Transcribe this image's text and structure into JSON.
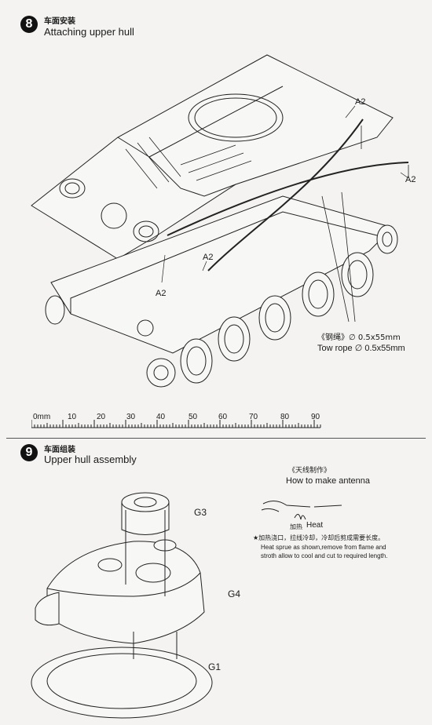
{
  "step8": {
    "number": "8",
    "title_cn": "车面安装",
    "title_en": "Attaching upper hull",
    "part_labels": [
      "A2",
      "A2",
      "A2",
      "A2"
    ],
    "tow_rope_cn": "《钢绳》∅ 0.5x55mm",
    "tow_rope_en": "Tow rope ∅ 0.5x55mm"
  },
  "ruler": {
    "labels": [
      "0mm",
      "10",
      "20",
      "30",
      "40",
      "50",
      "60",
      "70",
      "80",
      "90"
    ]
  },
  "step9": {
    "number": "9",
    "title_cn": "车面组装",
    "title_en": "Upper hull assembly",
    "part_labels": [
      "G3",
      "G4",
      "G1"
    ],
    "antenna_cn": "《天线制作》",
    "antenna_en": "How to make antenna",
    "heat_cn": "加热",
    "heat_en": "Heat",
    "note_cn": "★加热浇口，拉线冷却，冷却后剪成需要长度。",
    "note_en_1": "Heat sprue as shown,remove from flame and",
    "note_en_2": "stroth allow to cool and cut to required length."
  }
}
